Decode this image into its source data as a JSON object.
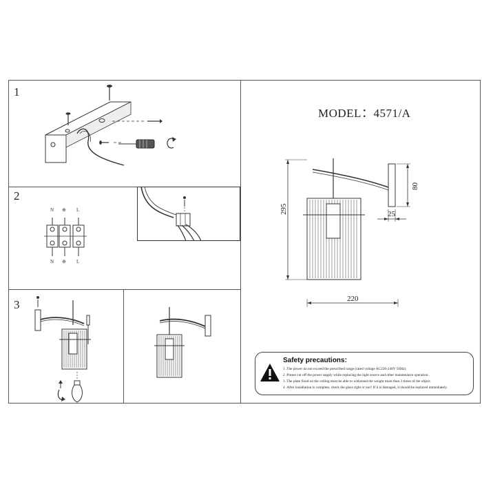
{
  "step_numbers": [
    "1",
    "2",
    "3"
  ],
  "model_label": "MODEL：4571/A",
  "dimensions": {
    "height": "295",
    "width": "220",
    "plate_height": "80",
    "plate_depth": "25"
  },
  "terminal_labels_top": [
    "N",
    "⊕",
    "L"
  ],
  "terminal_labels_bottom": [
    "N",
    "⊕",
    "L"
  ],
  "safety": {
    "title": "Safety precautions:",
    "lines": [
      "1 .The power do not exceed the prescribed range (rated voltage AC220-240V 50Hz).",
      "2 .Please cut off the power supply while replacing the light source and other maintenance operation .",
      "3 .The plate fixed on the ceiling must be able to withstand the weight more than 3 times of the object.",
      "4 .After installation is complete, check the glass right or not? If it is damaged, it should be replaced immediately."
    ]
  },
  "icons": [
    "warning-icon",
    "screw-icon",
    "screwdriver-icon",
    "bulb-icon",
    "ground-symbol-icon"
  ]
}
